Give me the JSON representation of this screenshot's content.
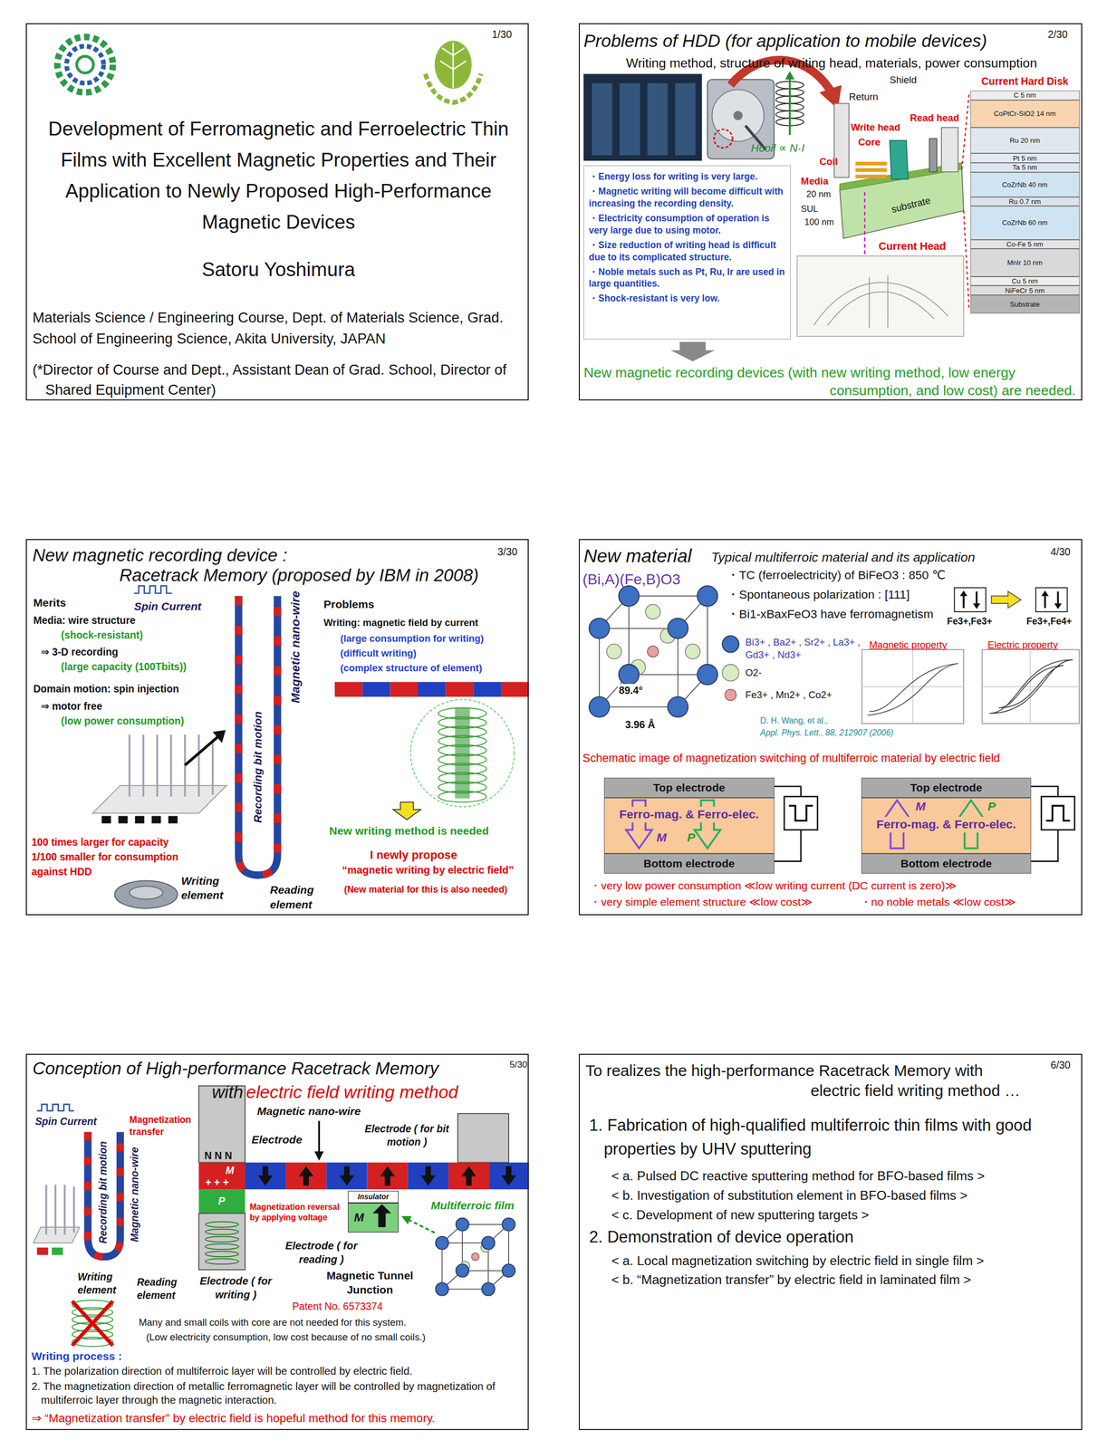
{
  "diagram": {
    "nodes": [
      {
        "text": [
          "Development of Ferromagnetic and Ferroelectric Thin Films with Excellent Magnetic Properties and Their Application to Newly Proposed High-Performance Magnetic Devices",
          "Satoru Yoshimura",
          "Materials Science / Engineering Course, Dept. of Materials Science, Grad. School of Engineering Science, Akita University, JAPAN",
          "(*Director of Course and Dept., Assistant Dean of Grad. School, Director of Shared Equipment Center)"
        ]
      },
      {
        "text": [
          "Problems of HDD (for application to mobile devices)",
          "Writing method, structure of writing head, materials, power consumption",
          "New magnetic recording devices (with new writing method, low energy consumption, and low cost) are needed."
        ]
      },
      {
        "text": [
          "・Energy loss for writing is very large.",
          "・Magnetic writing will become difficult with increasing the recording density.",
          "・Electricity consumption of operation is very large due to using motor.",
          "・Size reduction of writing head is difficult due to its complicated structure.",
          "・Noble metals such as Pt, Ru, Ir are used in large quantities.",
          "・Shock-resistant is very low."
        ],
        "in": 1
      },
      {
        "text": [
          "Current Hard Disk"
        ],
        "in": 1
      },
      {
        "text": [
          "C 5 nm"
        ],
        "in": 3
      },
      {
        "text": [
          "CoPtCr-SiO2 14 nm"
        ],
        "in": 3
      },
      {
        "text": [
          "Ru 20 nm"
        ],
        "in": 3
      },
      {
        "text": [
          "Pt 5 nm"
        ],
        "in": 3
      },
      {
        "text": [
          "Ta 5 nm"
        ],
        "in": 3
      },
      {
        "text": [
          "CoZrNb 40 nm"
        ],
        "in": 3
      },
      {
        "text": [
          "Ru 0.7 nm"
        ],
        "in": 3
      },
      {
        "text": [
          "CoZrNb 60 nm"
        ],
        "in": 3
      },
      {
        "text": [
          "Co-Fe 5 nm"
        ],
        "in": 3
      },
      {
        "text": [
          "MnIr 10 nm"
        ],
        "in": 3
      },
      {
        "text": [
          "Cu 5 nm"
        ],
        "in": 3
      },
      {
        "text": [
          "NiFeCr 5 nm"
        ],
        "in": 3
      },
      {
        "text": [
          "Substrate"
        ],
        "in": 3
      },
      {
        "text": [
          "New magnetic recording device :",
          "Racetrack Memory (proposed by IBM in 2008)"
        ]
      },
      {
        "text": [
          "New material",
          "Typical multiferroic material and its application"
        ]
      },
      {
        "text": [
          "Top electrode"
        ],
        "in": 18
      },
      {
        "text": [
          "Ferro-mag. & Ferro-elec."
        ],
        "in": 18
      },
      {
        "text": [
          "Bottom electrode"
        ],
        "in": 18
      },
      {
        "text": [
          "Top electrode"
        ],
        "in": 18
      },
      {
        "text": [
          "Ferro-mag. & Ferro-elec."
        ],
        "in": 18
      },
      {
        "text": [
          "Bottom electrode"
        ],
        "in": 18
      },
      {
        "text": [
          "Conception of High-performance Racetrack Memory",
          "with",
          "electric field writing method"
        ]
      },
      {
        "text": [
          "Insulator"
        ],
        "in": 25
      },
      {
        "text": [
          "M"
        ],
        "in": 25
      },
      {
        "text": [
          "To realizes the high-performance Racetrack Memory with electric field writing method …",
          "1. Fabrication of high-qualified multiferroic thin films with good properties by UHV sputtering",
          "< a. Pulsed DC reactive sputtering method for BFO-based films >",
          "< b. Investigation of substitution element in BFO-based films >",
          "< c. Development of new sputtering targets >",
          "2. Demonstration of device operation",
          "< a. Local magnetization switching by electric field in single film >",
          "< b. “Magnetization transfer” by electric field in laminated film >"
        ]
      }
    ],
    "labels": [
      "1/30",
      "2/30",
      "Hcoil ∝ N·I",
      "Shield",
      "Return",
      "Write head",
      "Core",
      "Read head",
      "Coil",
      "Media",
      "20 nm",
      "SUL",
      "100 nm",
      "substrate",
      "Current Head",
      "3/30",
      "Merits",
      "Media: wire structure",
      "(shock-resistant)",
      "⇒ 3-D recording",
      "(large capacity (100Tbits))",
      "Domain motion: spin injection",
      "⇒ motor free",
      "(low power consumption)",
      "Spin Current",
      "Magnetic nano-wire",
      "Recording bit motion",
      "Writing element",
      "Reading element",
      "100 times larger for capacity",
      "1/100 smaller for consumption",
      "against HDD",
      "Problems",
      "Writing: magnetic field by current",
      "(large consumption for writing)",
      "(difficult writing)",
      "(complex structure of element)",
      "New writing method is needed",
      "I newly propose",
      "“magnetic writing by electric field”",
      "(New material for this is also needed)",
      "4/30",
      "(Bi,A)(Fe,B)O3",
      "・TC (ferroelectricity) of BiFeO3 : 850 ℃",
      "・Spontaneous polarization : [111]",
      "・Bi1-xBaxFeO3 have ferromagnetism",
      "Fe3+,Fe3+",
      "Fe3+,Fe4+",
      "Bi3+ , Ba2+ , Sr2+ , La3+ , Gd3+ , Nd3+",
      "O2-",
      "Fe3+ , Mn2+ , Co2+",
      "89.4°",
      "3.96 Å",
      "Magnetic property",
      "Electric property",
      "D. H. Wang, et al.,",
      "Appl. Phys. Lett., 88, 212907 (2006)",
      "Schematic image of magnetization switching of multiferroic material by electric field",
      "M",
      "P",
      "M",
      "P",
      "・very low power consumption ≪low writing current (DC current is zero)≫",
      "・very simple element structure ≪low cost≫",
      "・no noble metals ≪low cost≫",
      "5/30",
      "Spin Current",
      "Magnetic nano-wire",
      "Recording bit motion",
      "Writing element",
      "Reading element",
      "Magnetization transfer",
      "Magnetic nano-wire",
      "Electrode",
      "Electrode ( for bit motion )",
      "N N N",
      "M",
      "+ + +",
      "P",
      "Magnetization reversal by applying voltage",
      "Multiferroic film",
      "Electrode ( for reading )",
      "Magnetic Tunnel Junction",
      "Electrode ( for writing )",
      "Patent No. 6573374",
      "Many and small coils with core are not needed for this system.",
      "(Low electricity consumption, low cost because of no small coils.)",
      "Writing process :",
      "1. The polarization direction of multiferroic layer will be controlled by electric field.",
      "2. The magnetization direction of metallic ferromagnetic layer will be controlled by magnetization of multiferroic layer through the magnetic interaction.",
      "⇒ “Magnetization transfer” by electric field is hopeful method for this memory.",
      "6/30"
    ]
  }
}
